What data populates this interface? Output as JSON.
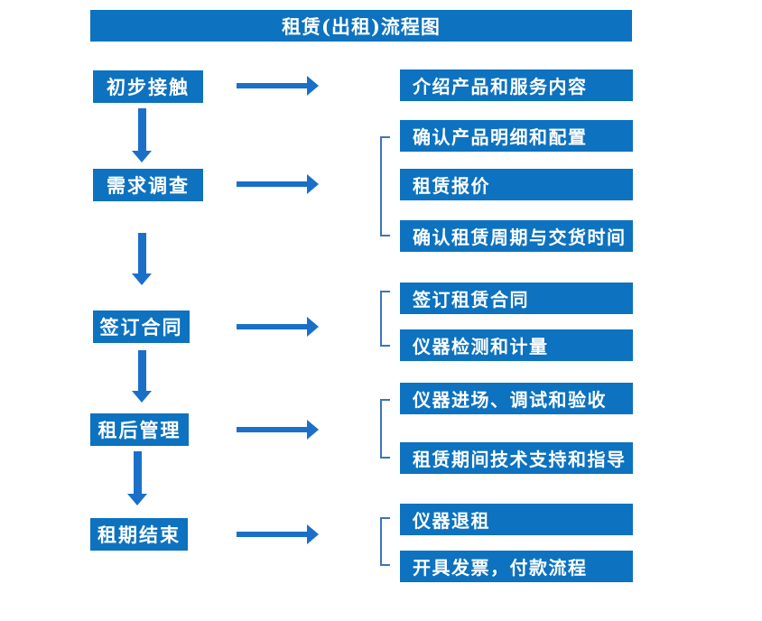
{
  "title": "租赁(出租)流程图",
  "colors": {
    "box_fill": "#0d72bf",
    "arrow": "#1a70c8",
    "bracket": "#3e74b8",
    "text": "#ffffff",
    "background": "#ffffff"
  },
  "steps": [
    {
      "label": "初步接触",
      "details": [
        "介绍产品和服务内容"
      ]
    },
    {
      "label": "需求调查",
      "details": [
        "确认产品明细和配置",
        "租赁报价",
        "确认租赁周期与交货时间"
      ]
    },
    {
      "label": "签订合同",
      "details": [
        "签订租赁合同",
        "仪器检测和计量"
      ]
    },
    {
      "label": "租后管理",
      "details": [
        "仪器进场、调试和验收",
        "租赁期间技术支持和指导"
      ]
    },
    {
      "label": "租期结束",
      "details": [
        "仪器退租",
        "开具发票，付款流程"
      ]
    }
  ]
}
